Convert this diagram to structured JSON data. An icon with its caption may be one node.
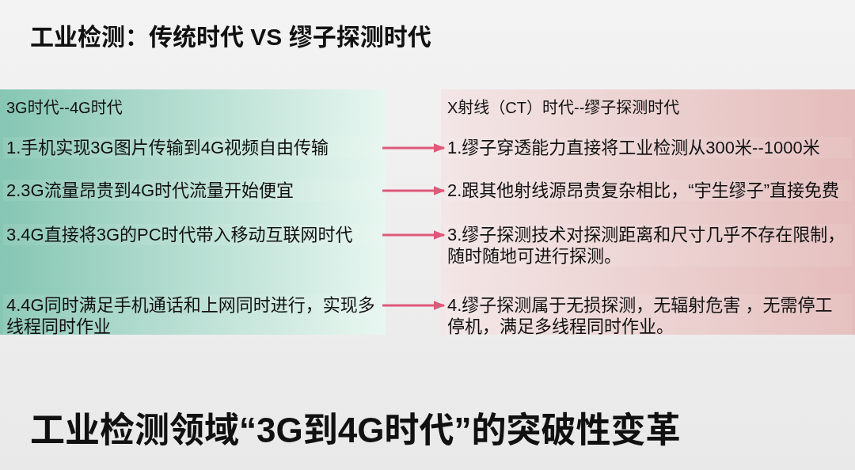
{
  "diagram": {
    "title": "工业检测：传统时代 VS 缪子探测时代",
    "caption": "工业检测领域“3G到4G时代”的突破性变革",
    "nodes": [
      {
        "text": [
          "3G时代--4G时代"
        ]
      },
      {
        "text": [
          "1.手机实现3G图片传输到4G视频自由传输"
        ],
        "in": 0
      },
      {
        "text": [
          "2.3G流量昂贵到4G时代流量开始便宜"
        ],
        "in": 0
      },
      {
        "text": [
          "3.4G直接将3G的PC时代带入移动互联网时代"
        ],
        "in": 0
      },
      {
        "text": [
          "4.4G同时满足手机通话和上网同时进行，实现多线程同时作业"
        ],
        "in": 0
      },
      {
        "text": [
          "X射线（CT）时代--缪子探测时代"
        ]
      },
      {
        "text": [
          "1.缪子穿透能力直接将工业检测从300米--1000米"
        ],
        "in": 5
      },
      {
        "text": [
          "2.跟其他射线源昂贵复杂相比，“宇生缪子”直接免费"
        ],
        "in": 5
      },
      {
        "text": [
          "3.缪子探测技术对探测距离和尺寸几乎不存在限制，随时随地可进行探测。"
        ],
        "in": 5
      },
      {
        "text": [
          "4.缪子探测属于无损探测，无辐射危害 ，无需停工停机，满足多线程同时作业。"
        ],
        "in": 5
      }
    ],
    "edges": [
      {
        "from": 1,
        "to": 6,
        "arrow": "to"
      },
      {
        "from": 2,
        "to": 7,
        "arrow": "to"
      },
      {
        "from": 3,
        "to": 8,
        "arrow": "to"
      },
      {
        "from": 4,
        "to": 9,
        "arrow": "to"
      }
    ]
  }
}
